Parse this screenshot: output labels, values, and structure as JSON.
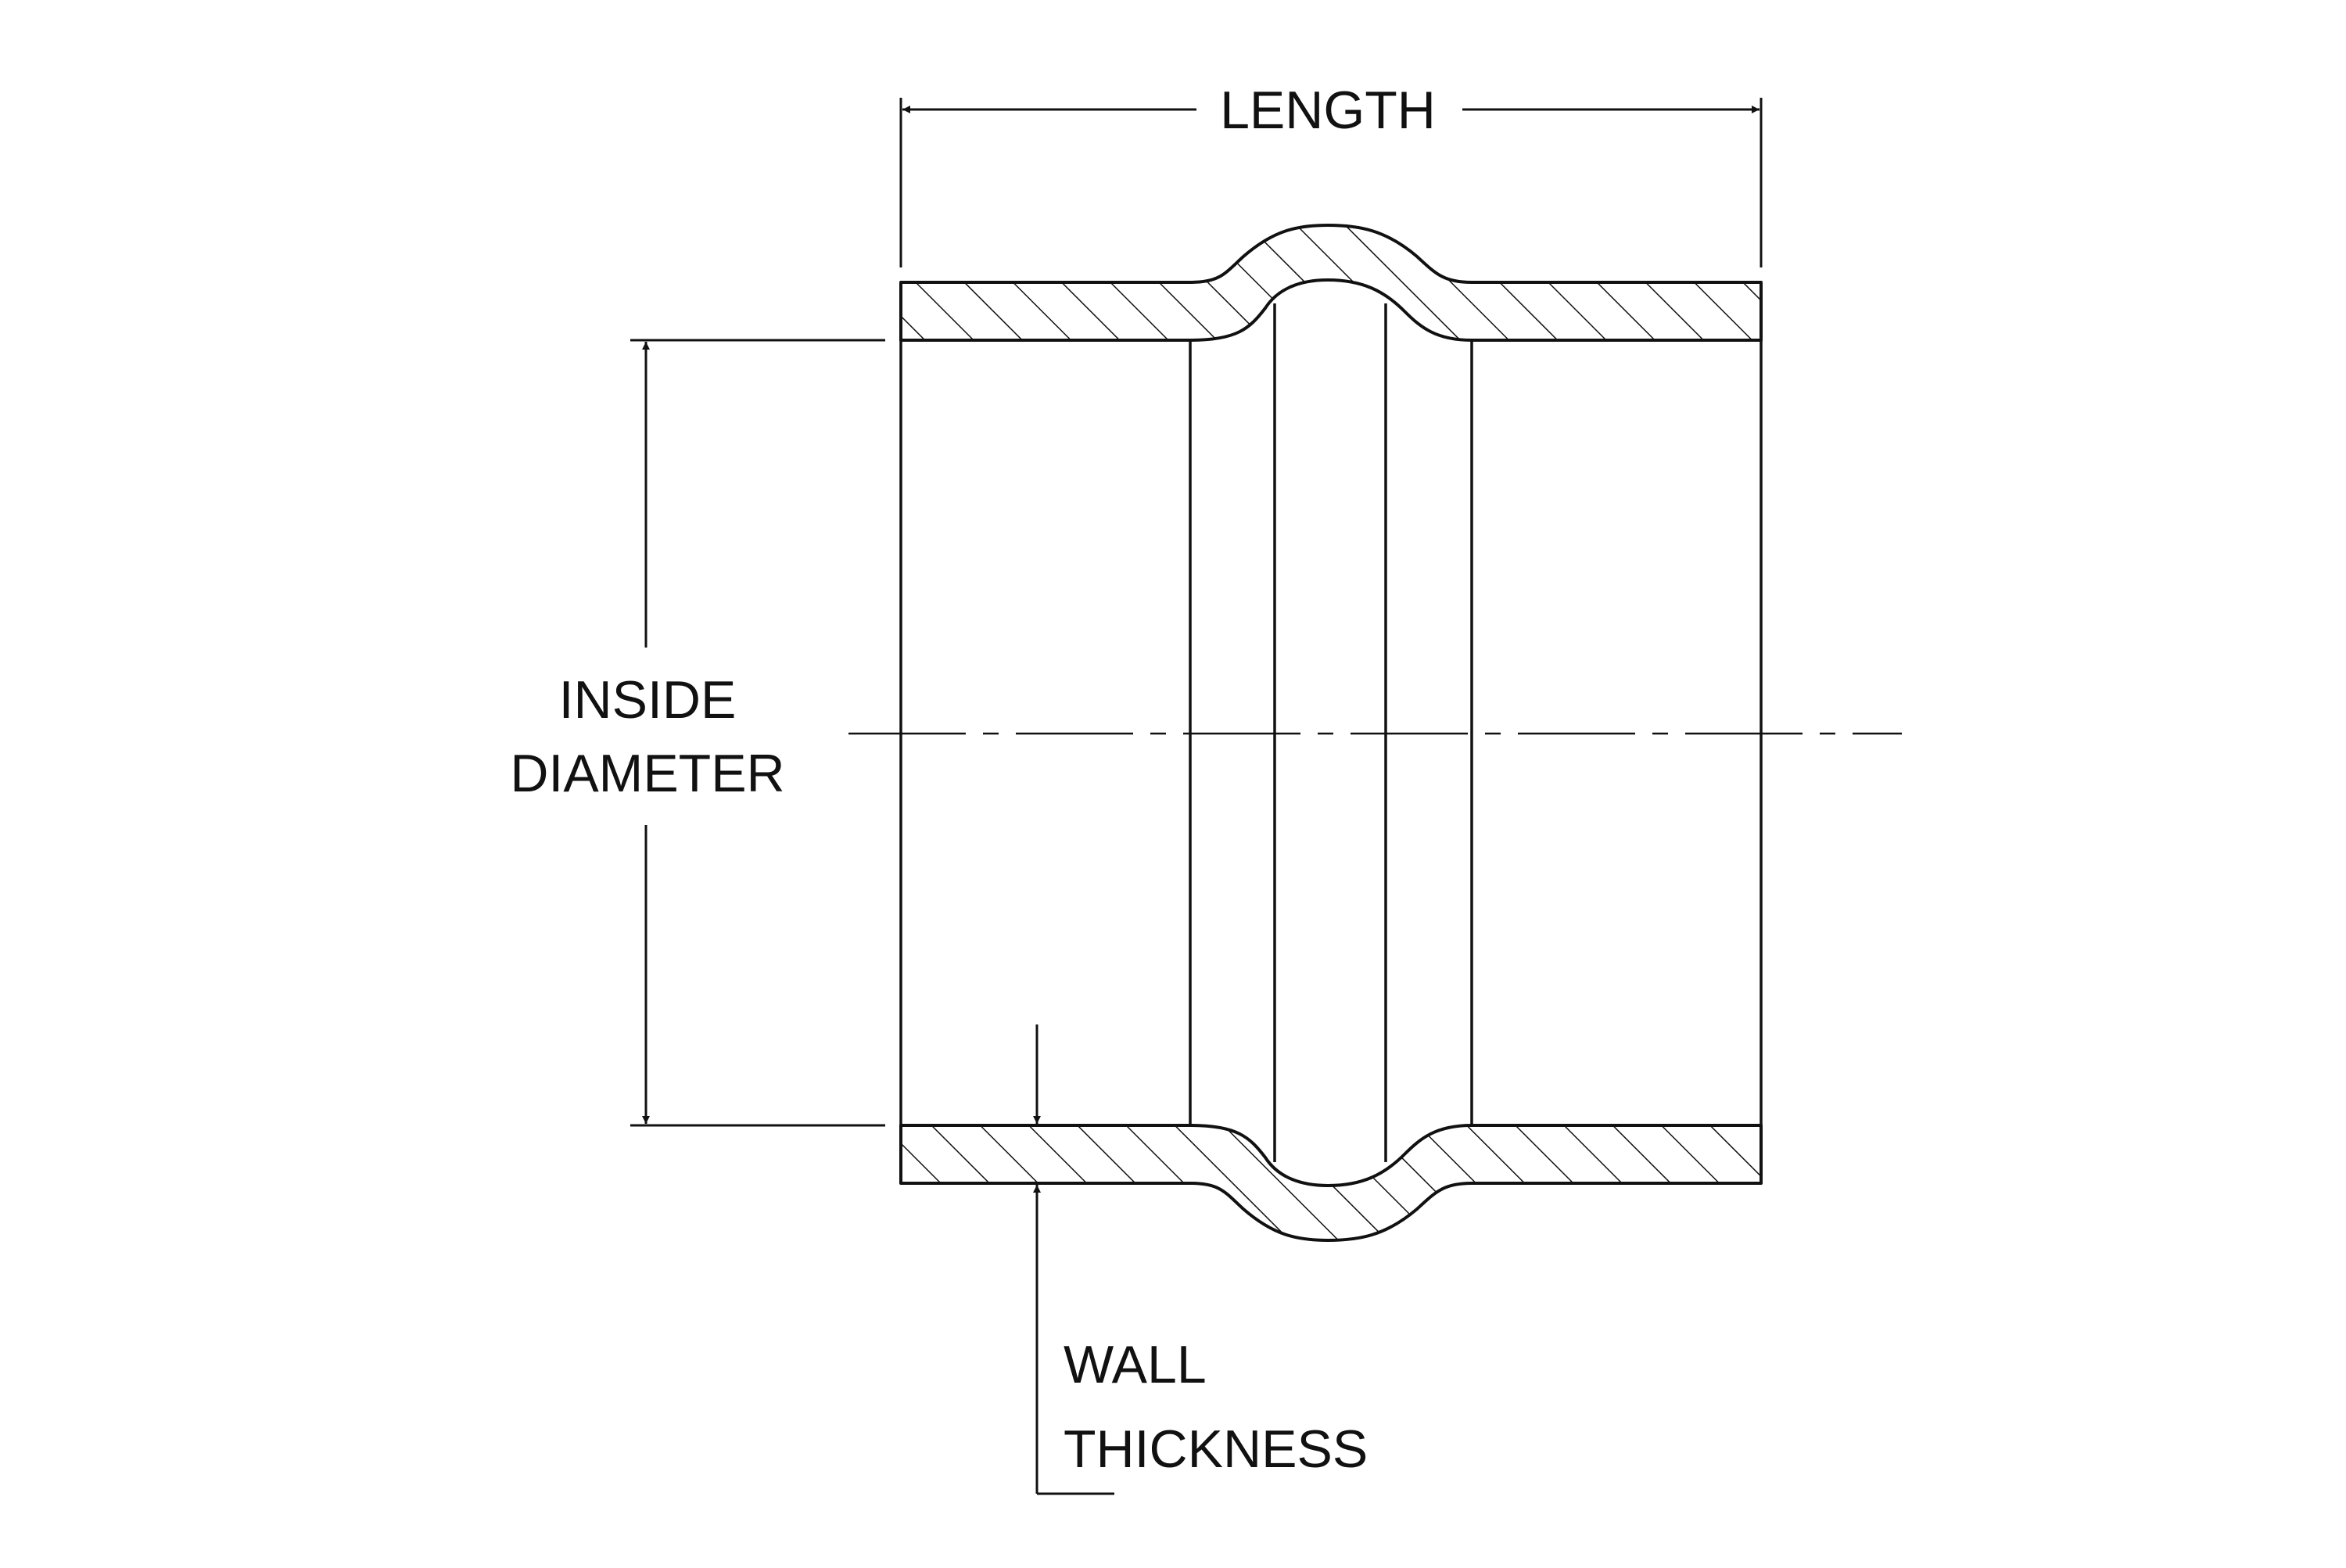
{
  "labels": {
    "length": "LENGTH",
    "inside_diameter_line1": "INSIDE",
    "inside_diameter_line2": "DIAMETER",
    "wall_thickness_line1": "WALL",
    "wall_thickness_line2": "THICKNESS"
  },
  "colors": {
    "ink": "#111111",
    "background": "#ffffff"
  }
}
